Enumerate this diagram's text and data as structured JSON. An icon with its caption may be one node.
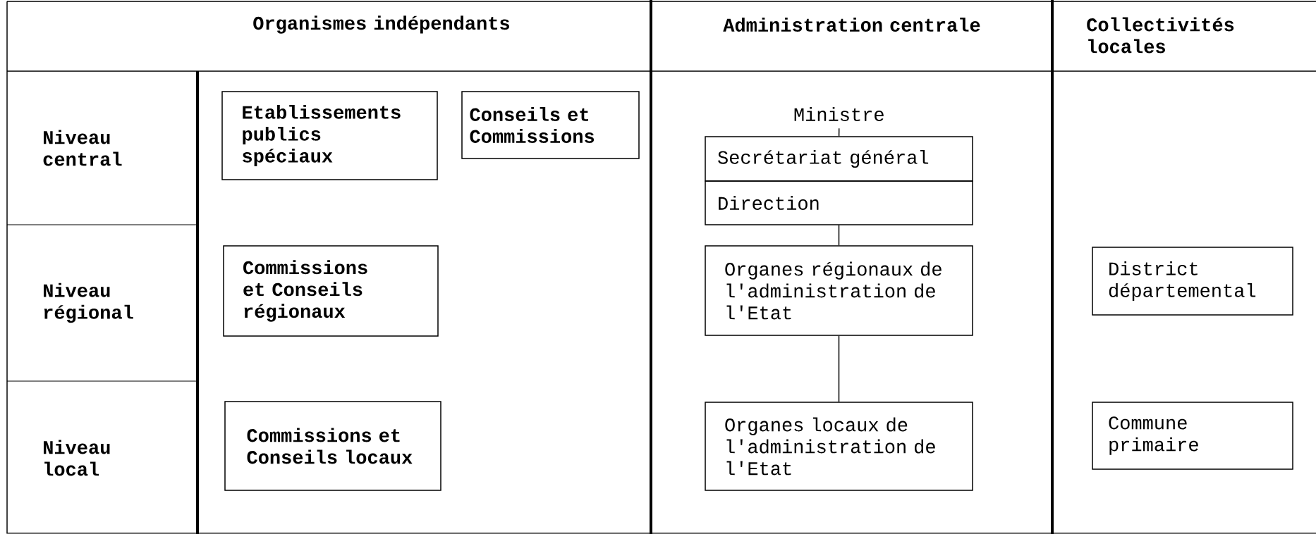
{
  "diagram": {
    "nodes": [
      {
        "text": [
          "Etablissements publics spéciaux"
        ]
      },
      {
        "text": [
          "Conseils et Commissions"
        ]
      },
      {
        "text": [
          "Commissions et Conseils régionaux"
        ]
      },
      {
        "text": [
          "Commissions et Conseils locaux"
        ]
      },
      {
        "text": [
          "Ministre"
        ]
      },
      {
        "text": [
          "Secrétariat général"
        ]
      },
      {
        "text": [
          "Direction"
        ]
      },
      {
        "text": [
          "Organes régionaux de l'administration de l'Etat"
        ]
      },
      {
        "text": [
          "Organes locaux de l'administration de l'Etat"
        ]
      },
      {
        "text": [
          "District départemental"
        ]
      },
      {
        "text": [
          "Commune primaire"
        ]
      }
    ],
    "edges": [
      {
        "from": 4,
        "to": 5,
        "arrow": "none"
      },
      {
        "from": 6,
        "to": 7,
        "arrow": "none"
      },
      {
        "from": 7,
        "to": 8,
        "arrow": "none"
      }
    ],
    "labels": [
      "Organismes indépendants",
      "Administration centrale",
      "Collectivités locales",
      "Niveau central",
      "Niveau régional",
      "Niveau local"
    ]
  }
}
